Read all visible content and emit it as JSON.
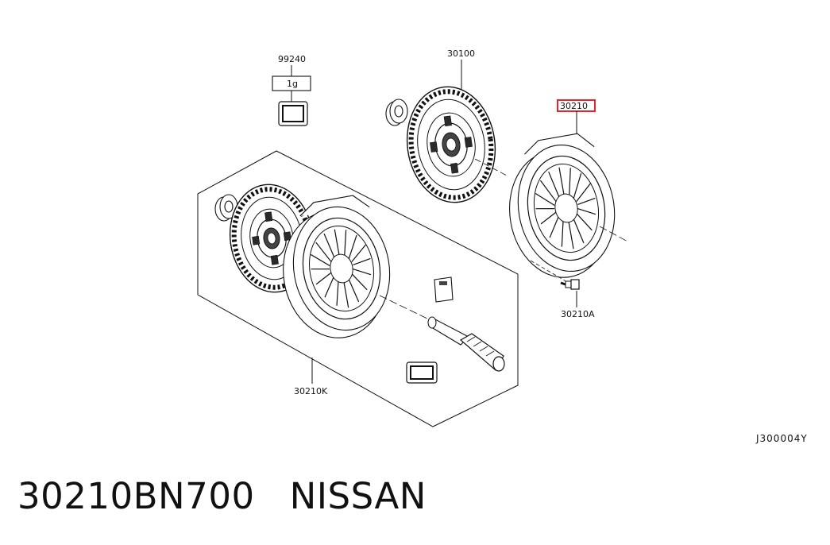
{
  "labels": {
    "grease": "99240",
    "grease_qty": "1g",
    "disc": "30100",
    "cover": "30210",
    "bolt": "30210A",
    "kit": "30210K",
    "diagram_code": "J300004Y"
  },
  "caption": {
    "part_number": "30210BN700",
    "brand": "NISSAN"
  },
  "colors": {
    "highlight": "#e8232a"
  }
}
